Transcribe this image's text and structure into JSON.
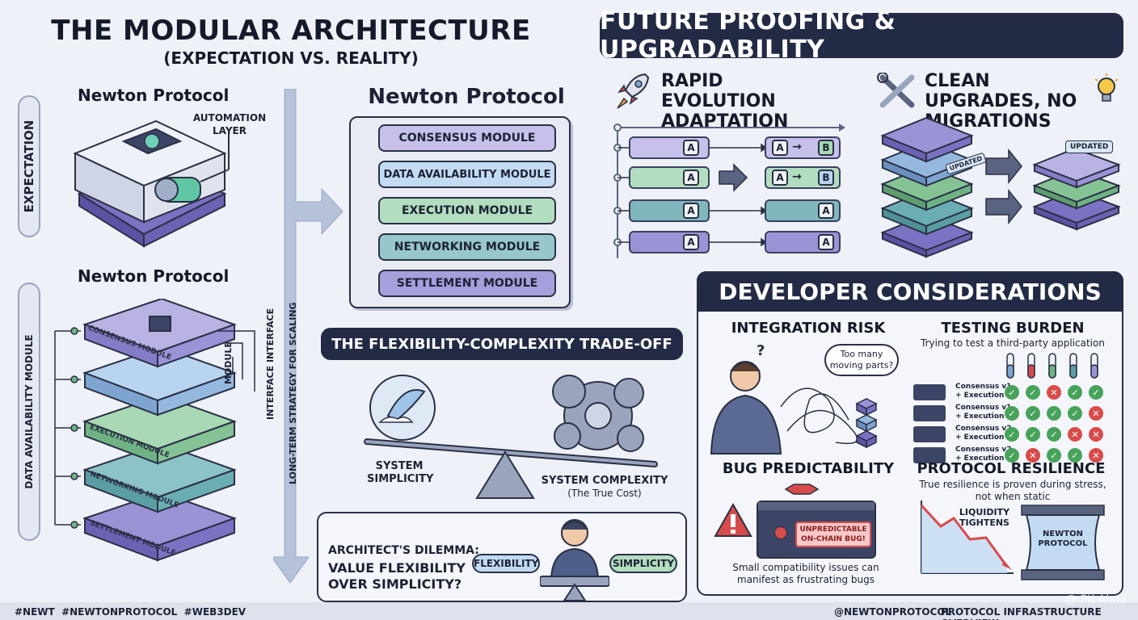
{
  "header": {
    "title": "THE MODULAR ARCHITECTURE",
    "subtitle": "(EXPECTATION VS. REALITY)"
  },
  "left": {
    "expectation_label": "EXPECTATION",
    "newton_top": "Newton Protocol",
    "automation_label": "AUTOMATION LAYER",
    "newton_bottom": "Newton Protocol",
    "da_side_label": "DATA AVAILABILITY MODULE",
    "stack_layers": [
      "CONSENSUS MODULE",
      "EXECUTION MODULE",
      "NETWORKING MODULE",
      "SETTLEMENT MODULE"
    ],
    "module_label": "MODULE",
    "interface_label": "INTERFACE INTERFACE",
    "strategy_label": "LONG-TERM STRATEGY FOR SCALING"
  },
  "center": {
    "newton_title": "Newton Protocol",
    "modules": [
      "CONSENSUS MODULE",
      "DATA AVAILABILITY MODULE",
      "EXECUTION MODULE",
      "NETWORKING MODULE",
      "SETTLEMENT MODULE"
    ],
    "tradeoff_banner": "THE FLEXIBILITY-COMPLEXITY TRADE-OFF",
    "simplicity_label": "SYSTEM SIMPLICITY",
    "complexity_label": "SYSTEM COMPLEXITY",
    "complexity_sub": "(The True Cost)",
    "dilemma_title": "ARCHITECT'S DILEMMA:",
    "dilemma_question": "VALUE FLEXIBILITY OVER SIMPLICITY?",
    "flex_pill": "FLEXIBILITY",
    "simp_pill": "SIMPLICITY"
  },
  "future": {
    "banner": "FUTURE PROOFING & UPGRADABILITY",
    "rapid_title": "RAPID EVOLUTION ADAPTATION",
    "clean_title": "CLEAN UPGRADES, NO MIGRATIONS",
    "key_a": "A",
    "key_b": "B",
    "updated_tag": "UPDATED"
  },
  "dev": {
    "banner": "DEVELOPER CONSIDERATIONS",
    "integration_title": "INTEGRATION RISK",
    "bubble": "Too many moving parts?",
    "testing_title": "TESTING BURDEN",
    "testing_sub": "Trying to test a third-party application",
    "test_rows": [
      {
        "label1": "Consensus v1",
        "label2": "+ Execution v2",
        "results": [
          "ok",
          "ok",
          "bad",
          "ok",
          "ok"
        ]
      },
      {
        "label1": "Consensus v1",
        "label2": "+ Execution v2",
        "results": [
          "ok",
          "ok",
          "ok",
          "ok",
          "bad"
        ]
      },
      {
        "label1": "Consensus v2",
        "label2": "+ Execution v2",
        "results": [
          "ok",
          "ok",
          "ok",
          "bad",
          "bad"
        ]
      },
      {
        "label1": "Consensus v2",
        "label2": "+ Execution v1",
        "results": [
          "ok",
          "bad",
          "ok",
          "ok",
          "bad"
        ]
      }
    ],
    "bug_title": "BUG PREDICTABILITY",
    "bug_screen": "UNPREDICTABLE ON-CHAIN BUG!",
    "bug_caption": "Small compatibility issues can manifest as frustrating bugs",
    "resilience_title": "PROTOCOL RESILIENCE",
    "resilience_sub": "True resilience is proven during stress, not when static",
    "liquidity_label": "LIQUIDITY TIGHTENS",
    "newton_box": "NEWTON PROTOCOL"
  },
  "footer": {
    "tags": "#NEWT  #NEWTONPROTOCOL  #WEB3DEV",
    "handle": "@NEWTONPROTOCOL",
    "overview": "PROTOCOL INFRASTRUCTURE OVERVIEW",
    "watermark": "@ PK Alma"
  },
  "colors": {
    "navy": "#232a45",
    "consensus": "#b9b3e3",
    "data_availability": "#b9d4ef",
    "execution": "#a8d8b4",
    "networking": "#8cc3c6",
    "settlement": "#9a93d6"
  }
}
